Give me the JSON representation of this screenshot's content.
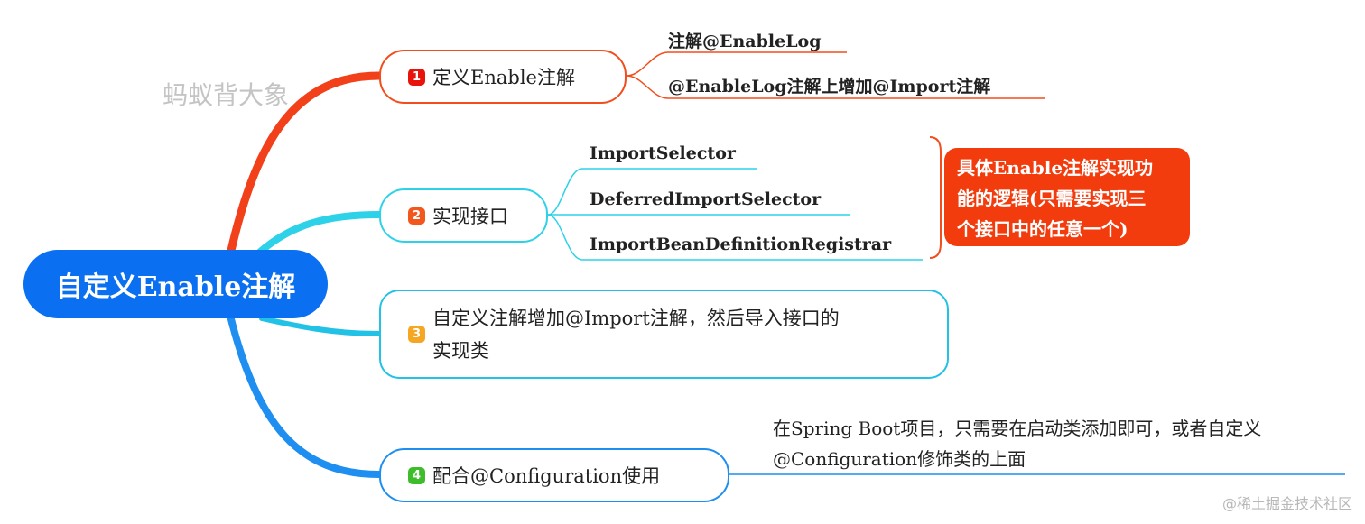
{
  "root": {
    "label": "自定义Enable注解"
  },
  "watermark": "蚂蚁背大象",
  "branches": [
    {
      "badge": "1",
      "badge_color": "#e8140c",
      "line_color": "#f24d1c",
      "label": "定义Enable注解",
      "children": [
        "注解@EnableLog",
        "@EnableLog注解上增加@Import注解"
      ]
    },
    {
      "badge": "2",
      "badge_color": "#f2581e",
      "line_color": "#2ed2e8",
      "label": "实现接口",
      "children": [
        "ImportSelector",
        "DeferredImportSelector",
        "ImportBeanDefinitionRegistrar"
      ]
    },
    {
      "badge": "3",
      "badge_color": "#f5a623",
      "line_color": "#22c1e6",
      "label_line1": "自定义注解增加@Import注解，然后导入接口的",
      "label_line2": "实现类"
    },
    {
      "badge": "4",
      "badge_color": "#3dbd2a",
      "line_color": "#1e8ef0",
      "label": "配合@Configuration使用",
      "description_line1": "在Spring Boot项目，只需要在启动类添加即可，或者自定义",
      "description_line2": "@Configuration修饰类的上面"
    }
  ],
  "callout": {
    "color": "#f23c0e",
    "line1": "具体Enable注解实现功",
    "line2": "能的逻辑(只需要实现三",
    "line3": "个接口中的任意一个)"
  },
  "footer": "@稀土掘金技术社区"
}
